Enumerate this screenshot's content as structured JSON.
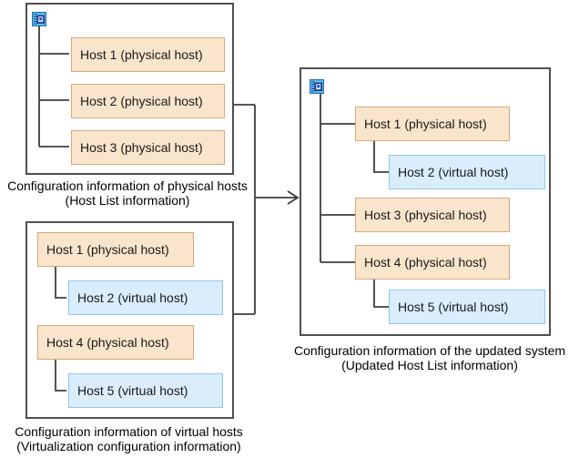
{
  "colors": {
    "physical_fill": "#F9E5CB",
    "physical_border": "#D9A87C",
    "virtual_fill": "#DAEDFC",
    "virtual_border": "#92C5EA",
    "panel_border": "#4F4F4F",
    "line": "#3F3F3F"
  },
  "panels": {
    "physical": {
      "caption1": "Configuration information of physical hosts",
      "caption2": "(Host List information)",
      "icon": "host-system-icon",
      "hosts": [
        {
          "label": "Host 1 (physical host)",
          "type": "physical"
        },
        {
          "label": "Host 2 (physical host)",
          "type": "physical"
        },
        {
          "label": "Host 3 (physical host)",
          "type": "physical"
        }
      ]
    },
    "virtual": {
      "caption1": "Configuration information of virtual hosts",
      "caption2": "(Virtualization configuration information)",
      "hosts": [
        {
          "label": "Host 1 (physical host)",
          "type": "physical"
        },
        {
          "label": "Host 2 (virtual host)",
          "type": "virtual"
        },
        {
          "label": "Host 4 (physical host)",
          "type": "physical"
        },
        {
          "label": "Host 5 (virtual host)",
          "type": "virtual"
        }
      ]
    },
    "updated": {
      "caption1": "Configuration information of the updated system",
      "caption2": "(Updated Host List information)",
      "icon": "host-system-icon",
      "hosts": [
        {
          "label": "Host 1 (physical host)",
          "type": "physical"
        },
        {
          "label": "Host 2 (virtual host)",
          "type": "virtual"
        },
        {
          "label": "Host 3 (physical host)",
          "type": "physical"
        },
        {
          "label": "Host 4 (physical host)",
          "type": "physical"
        },
        {
          "label": "Host 5 (virtual host)",
          "type": "virtual"
        }
      ]
    }
  }
}
